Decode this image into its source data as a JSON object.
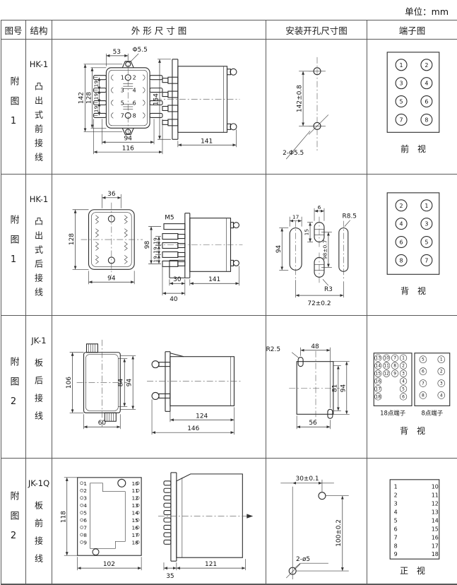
{
  "unit_label": "单位：mm",
  "header": {
    "fig": "图号",
    "struct": "结构",
    "outline": "外 形 尺 寸 图",
    "mounting": "安装开孔尺寸图",
    "terminal": "端子图"
  },
  "rows": [
    {
      "fig": "附图1",
      "model": "HK-1",
      "type": "凸出式前接线",
      "outline": {
        "w53": "53",
        "dia": "Φ5.5",
        "h142": "142",
        "h128": "128",
        "p19a": "19",
        "p19b": "19",
        "p19c": "19",
        "w94": "94",
        "w116": "116",
        "pins": [
          "1",
          "2",
          "3",
          "4",
          "5",
          "6",
          "7",
          "8"
        ],
        "side_h": "154",
        "side_l": "141"
      },
      "mounting": {
        "dist": "142±0.8",
        "holes": "2-Φ5.5"
      },
      "terminal": {
        "nums": [
          "1",
          "2",
          "3",
          "4",
          "5",
          "6",
          "7",
          "8"
        ],
        "caption": "前　视"
      }
    },
    {
      "fig": "附图1",
      "model": "HK-1",
      "type": "凸出式后接线",
      "outline": {
        "w36": "36",
        "h128": "128",
        "w94": "94",
        "stud": "M5",
        "h98": "98",
        "p19a": "19",
        "p19b": "19",
        "p19c": "19",
        "f30": "30",
        "f40": "40",
        "side_l": "141"
      },
      "mounting": {
        "w17": "17",
        "w6": "6",
        "h15": "15",
        "h94": "94",
        "dist": "98±0.7",
        "r85": "R8.5",
        "r3": "R3",
        "w72": "72±0.2"
      },
      "terminal": {
        "nums": [
          "2",
          "1",
          "4",
          "3",
          "6",
          "5",
          "8",
          "7"
        ],
        "caption": "背　视"
      }
    },
    {
      "fig": "附图2",
      "model": "JK-1",
      "type": "板后接线",
      "outline": {
        "h106": "106",
        "h84": "84",
        "h94": "94",
        "w60": "60",
        "l124": "124",
        "l146": "146"
      },
      "mounting": {
        "slots": "2-R2.5",
        "w48": "48",
        "h81": "81",
        "h94": "94",
        "w56": "56"
      },
      "terminal": {
        "c18": [
          [
            "13",
            "14",
            "15",
            "16",
            "17",
            "18"
          ],
          [
            "10",
            "11",
            "12"
          ],
          [
            "7",
            "8",
            "9"
          ],
          [
            "1",
            "2",
            "3",
            "4",
            "5",
            "6"
          ]
        ],
        "c8": [
          [
            "5",
            "6",
            "7",
            "8"
          ],
          [
            "1",
            "2",
            "3",
            "4"
          ]
        ],
        "label18": "18点端子",
        "label8": "8点端子",
        "caption": "背　视"
      }
    },
    {
      "fig": "附图2",
      "model": "JK-1Q",
      "type": "板前接线",
      "outline": {
        "h118": "118",
        "w102": "102",
        "lp": [
          "1",
          "2",
          "3",
          "4",
          "5",
          "6",
          "7",
          "8",
          "9"
        ],
        "rp": [
          "10",
          "11",
          "12",
          "13",
          "14",
          "15",
          "16",
          "17",
          "18"
        ],
        "l35": "35",
        "l121": "121"
      },
      "mounting": {
        "w30": "30±0.1",
        "h100": "100±0.2",
        "holes": "2-ø5"
      },
      "terminal": {
        "lp": [
          "1",
          "2",
          "3",
          "4",
          "5",
          "6",
          "7",
          "8",
          "9"
        ],
        "rp": [
          "10",
          "11",
          "12",
          "13",
          "14",
          "15",
          "16",
          "17",
          "18"
        ],
        "caption": "正　视"
      }
    }
  ]
}
